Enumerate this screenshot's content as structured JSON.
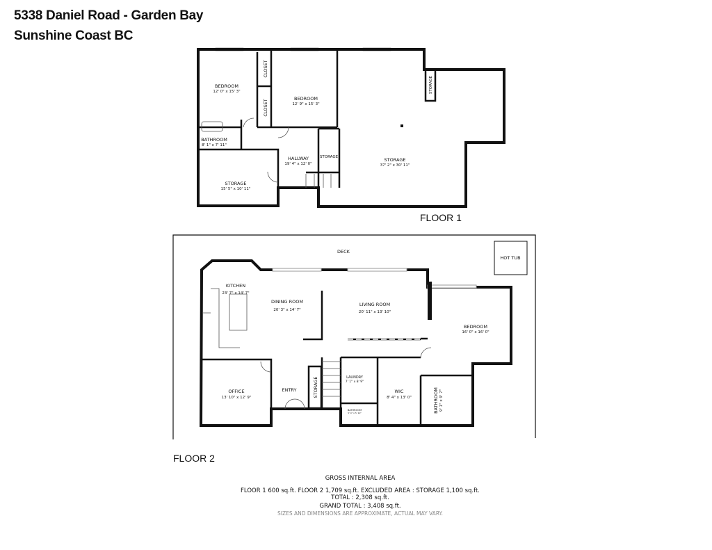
{
  "header": {
    "address": "5338 Daniel Road    -  Garden Bay",
    "region": "Sunshine Coast BC"
  },
  "floor1": {
    "label": "FLOOR 1",
    "rooms": [
      {
        "name": "BEDROOM",
        "dims": "12' 0\" x 15' 3\""
      },
      {
        "name": "BEDROOM",
        "dims": "12' 9\" x 15' 3\""
      },
      {
        "name": "BATHROOM",
        "dims": "8' 1\" x 7' 11\""
      },
      {
        "name": "STORAGE",
        "dims": "15' 5\" x 10' 11\""
      },
      {
        "name": "HALLWAY",
        "dims": "19' 4\" x 12' 0\""
      },
      {
        "name": "STORAGE",
        "dims": "37' 2\" x 30' 11\""
      }
    ],
    "closets": [
      "CLOSET",
      "CLOSET"
    ],
    "small_storage": [
      "STORAGE",
      "STORAGE"
    ]
  },
  "floor2": {
    "label": "FLOOR 2",
    "deck": "DECK",
    "hot_tub": "HOT TUB",
    "rooms": [
      {
        "name": "KITCHEN",
        "dims": "23' 7\" x 14' 7\""
      },
      {
        "name": "DINING ROOM",
        "dims": "20' 3\" x 14' 7\""
      },
      {
        "name": "LIVING ROOM",
        "dims": "20' 11\" x 13' 10\""
      },
      {
        "name": "BEDROOM",
        "dims": "16' 0\" x 16' 0\""
      },
      {
        "name": "OFFICE",
        "dims": "13' 10\" x 12' 9\""
      },
      {
        "name": "LAUNDRY",
        "dims": "7' 1\" x 8' 9\""
      },
      {
        "name": "WIC",
        "dims": "8' 4\" x 13' 0\""
      },
      {
        "name": "BATHROOM",
        "dims": "9' 1\" x 9' 7\""
      },
      {
        "name": "BATHROOM",
        "dims": "5' 0\" x 5' 10\""
      }
    ],
    "entry": "ENTRY",
    "storage": "STORAGE"
  },
  "area": {
    "heading": "GROSS INTERNAL AREA",
    "line1": "FLOOR 1 600 sq.ft. FLOOR 2 1,709 sq.ft. EXCLUDED AREA : STORAGE 1,100 sq.ft.",
    "line2": "TOTAL : 2,308 sq.ft.",
    "line3": "GRAND TOTAL :  3,408 sq.ft.",
    "note": "SIZES AND DIMENSIONS ARE APPROXIMATE, ACTUAL MAY VARY."
  }
}
